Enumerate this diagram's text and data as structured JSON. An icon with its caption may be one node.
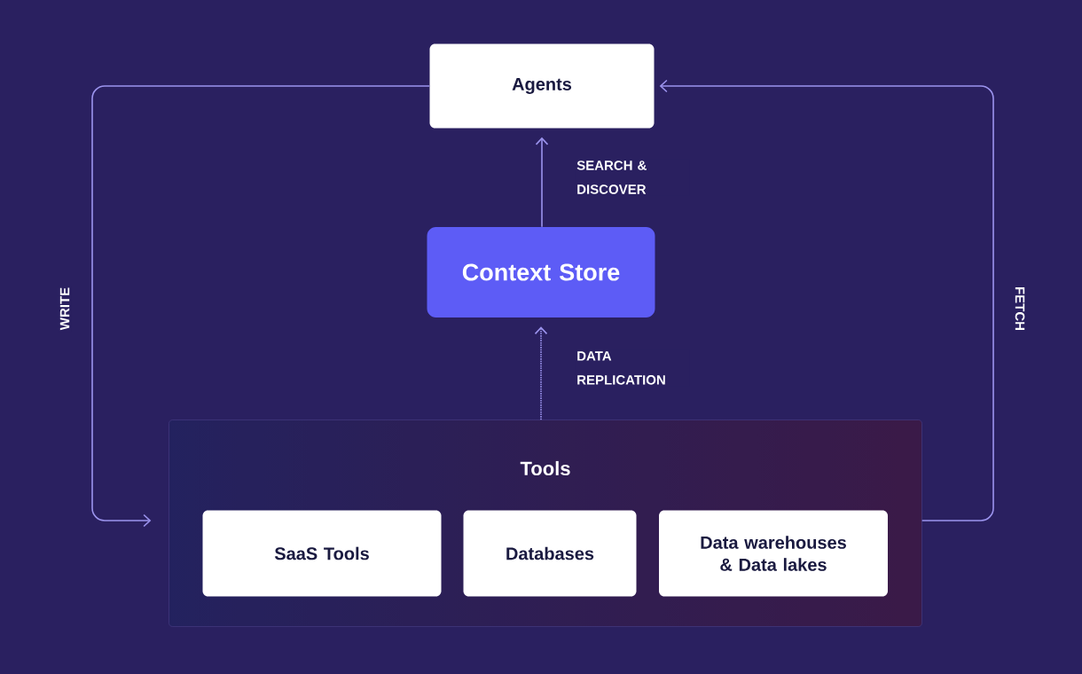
{
  "diagram": {
    "nodes": [
      {
        "text": [
          "Agents"
        ]
      },
      {
        "text": [
          "Context Store"
        ]
      },
      {
        "text": [
          "Tools"
        ]
      },
      {
        "text": [
          "SaaS Tools"
        ],
        "in": 2
      },
      {
        "text": [
          "Databases"
        ],
        "in": 2
      },
      {
        "text": [
          "Data warehouses & Data lakes"
        ],
        "in": 2
      }
    ],
    "edges": [
      {
        "from": 0,
        "to": 2,
        "arrow": "to",
        "label": "WRITE"
      },
      {
        "from": 2,
        "to": 0,
        "arrow": "to",
        "label": "FETCH"
      },
      {
        "from": 1,
        "to": 0,
        "arrow": "to",
        "label": "SEARCH & DISCOVER"
      },
      {
        "from": 2,
        "to": 1,
        "arrow": "to",
        "label": "DATA REPLICATION",
        "style": "dashed"
      }
    ]
  }
}
